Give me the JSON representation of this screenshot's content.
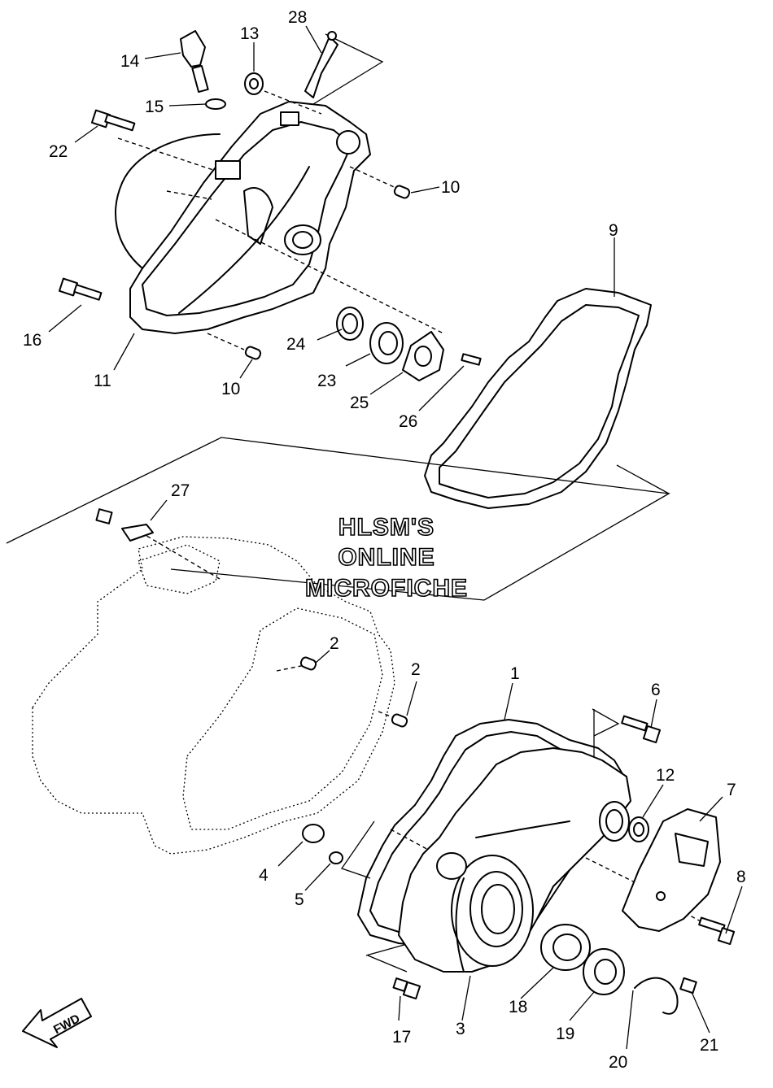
{
  "watermark": {
    "line1": "HLSM'S",
    "line2": "ONLINE",
    "line3": "MICROFICHE"
  },
  "fwd_label": "FWD",
  "callouts": {
    "p1": "1",
    "p2a": "2",
    "p2b": "2",
    "p3": "3",
    "p4": "4",
    "p5": "5",
    "p6": "6",
    "p7": "7",
    "p8": "8",
    "p9": "9",
    "p10a": "10",
    "p10b": "10",
    "p11": "11",
    "p12": "12",
    "p13": "13",
    "p14": "14",
    "p15": "15",
    "p16": "16",
    "p17": "17",
    "p18": "18",
    "p19": "19",
    "p20": "20",
    "p21": "21",
    "p22": "22",
    "p23": "23",
    "p24": "24",
    "p25": "25",
    "p26": "26",
    "p27": "27",
    "p28": "28"
  }
}
